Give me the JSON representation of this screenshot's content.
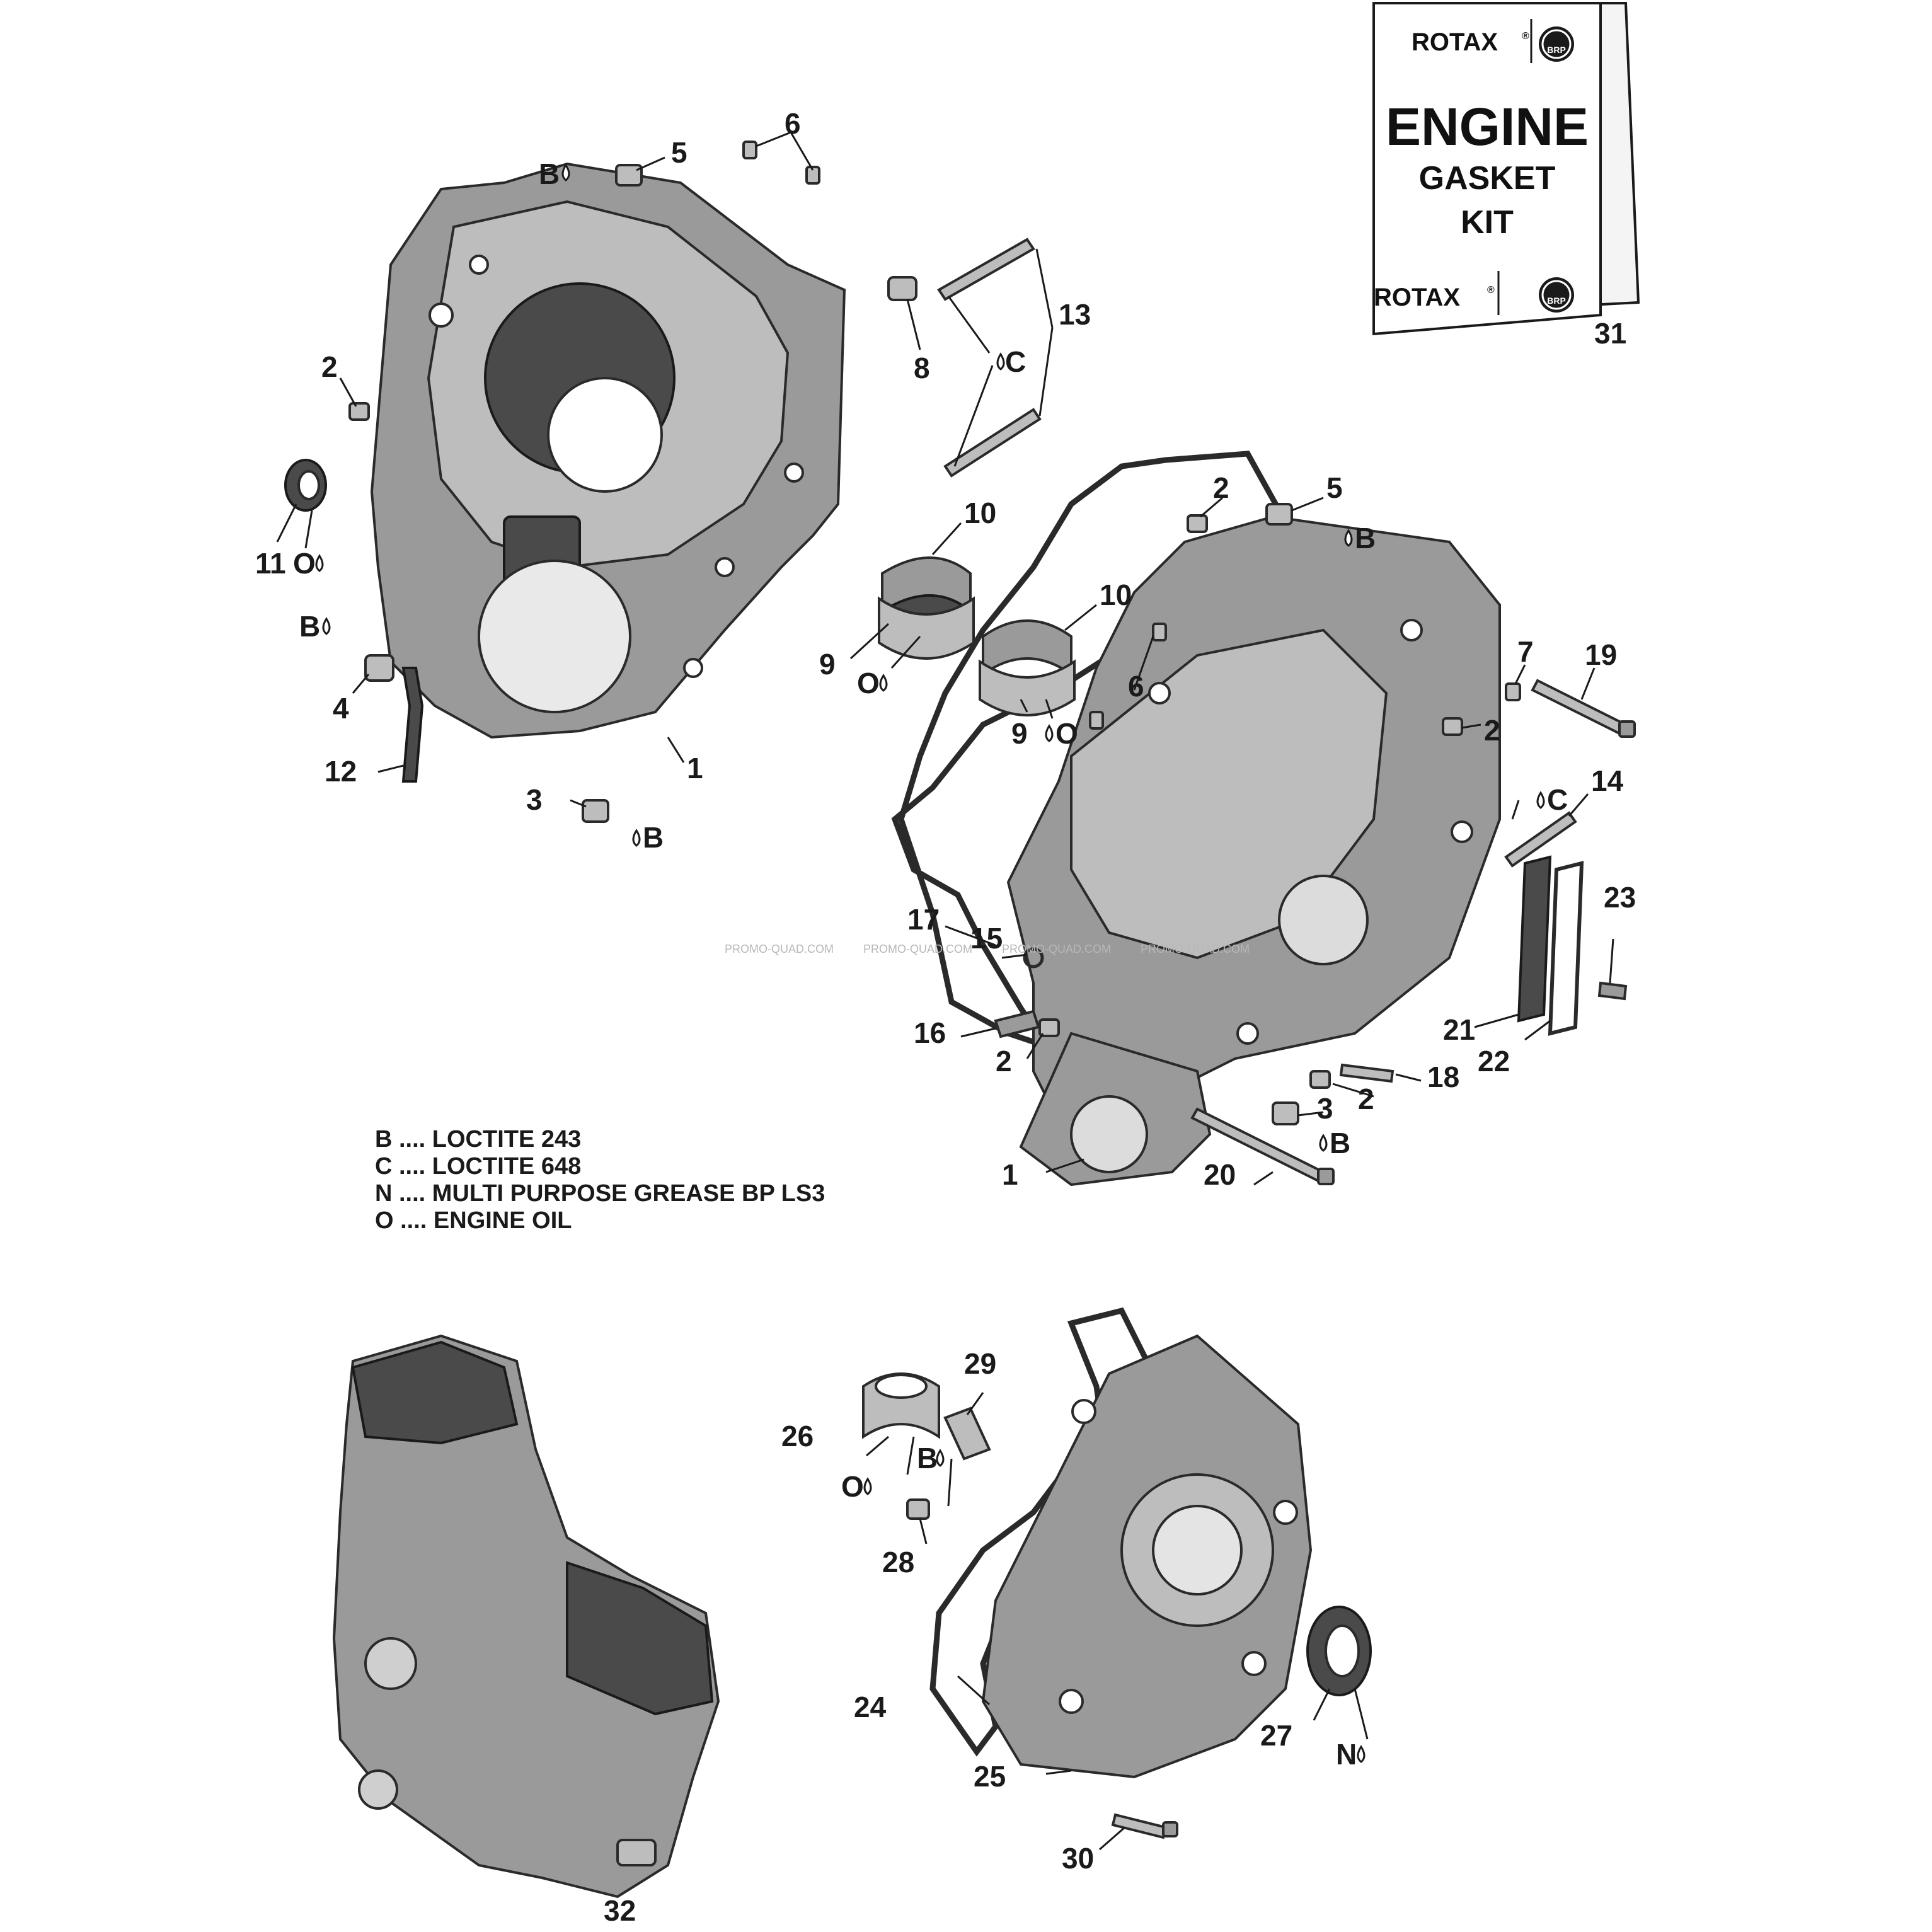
{
  "callouts": [
    "1",
    "2",
    "3",
    "4",
    "5",
    "6",
    "7",
    "8",
    "9",
    "10",
    "11",
    "12",
    "13",
    "14",
    "15",
    "16",
    "17",
    "18",
    "19",
    "20",
    "21",
    "22",
    "23",
    "24",
    "25",
    "26",
    "27",
    "28",
    "29",
    "30",
    "31",
    "32"
  ],
  "compound_letters": {
    "B": "B",
    "C": "C",
    "N": "N",
    "O": "O"
  },
  "legend": [
    {
      "code": "B",
      "text": "B .... LOCTITE 243"
    },
    {
      "code": "C",
      "text": "C .... LOCTITE 648"
    },
    {
      "code": "N",
      "text": "N .... MULTI PURPOSE GREASE BP LS3"
    },
    {
      "code": "O",
      "text": "O .... ENGINE OIL"
    }
  ],
  "kit": {
    "brand": "ROTAX",
    "brand_mark": "®",
    "badge": "BRP",
    "title": "ENGINE",
    "line2": "GASKET",
    "line3": "KIT"
  },
  "watermark": "PROMO-QUAD.COM",
  "colors": {
    "ink": "#1a1a1a",
    "part": "#9a9a9a",
    "part_light": "#bdbdbd",
    "part_dark": "#4a4a4a"
  }
}
